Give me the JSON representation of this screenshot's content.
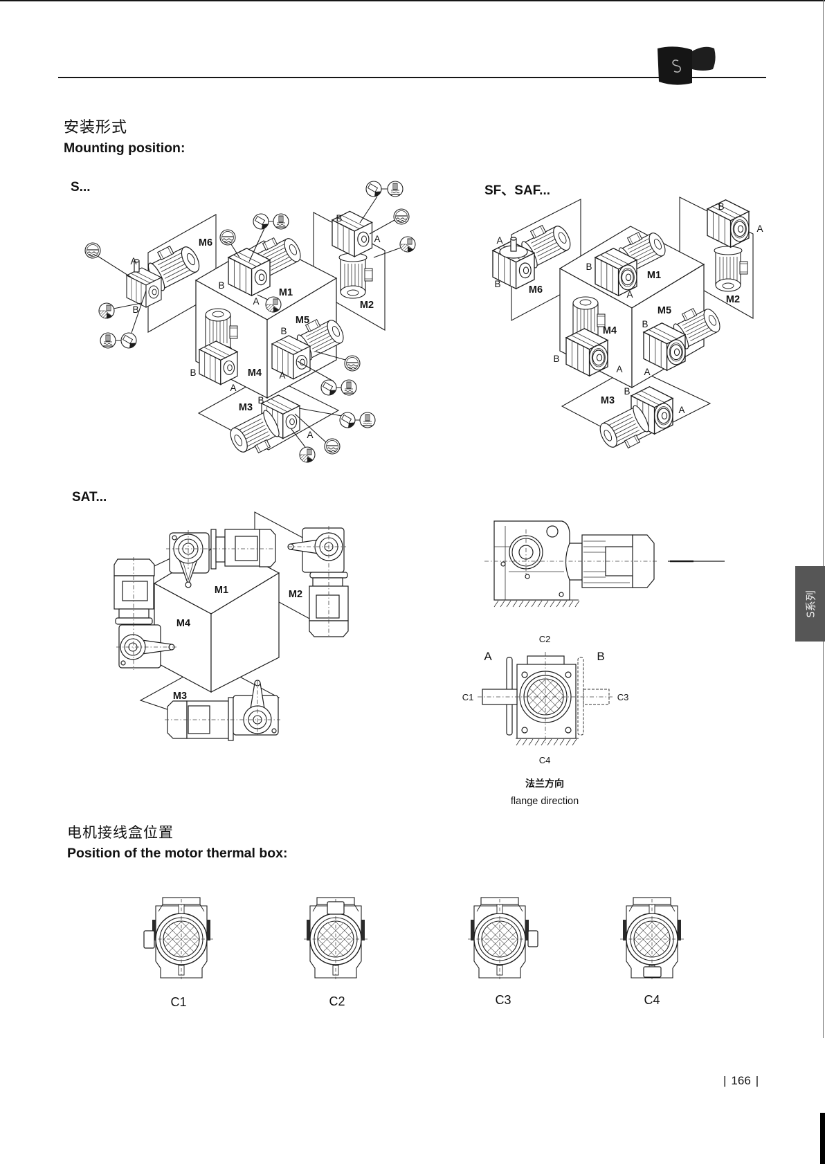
{
  "header": {
    "logo_icon": "gearmotor-logo-icon"
  },
  "mounting_position": {
    "title_cn": "安装形式",
    "title_en": "Mounting position:",
    "s_series": {
      "title": "S...",
      "m1": "M1",
      "m2": "M2",
      "m3": "M3",
      "m4": "M4",
      "m5": "M5",
      "m6": "M6",
      "side_a": "A",
      "side_b": "B",
      "icons": [
        "oil-level-icon",
        "breather-icon",
        "drain-plug-icon",
        "vent-plug-icon"
      ]
    },
    "sf_saf_series": {
      "title": "SF、SAF...",
      "m1": "M1",
      "m2": "M2",
      "m3": "M3",
      "m4": "M4",
      "m5": "M5",
      "m6": "M6",
      "side_a": "A",
      "side_b": "B"
    },
    "sat_series": {
      "title": "SAT...",
      "m1": "M1",
      "m2": "M2",
      "m3": "M3",
      "m4": "M4"
    },
    "flange_direction": {
      "c1": "C1",
      "c2": "C2",
      "c3": "C3",
      "c4": "C4",
      "side_a": "A",
      "side_b": "B",
      "caption_cn": "法兰方向",
      "caption_en": "flange direction"
    }
  },
  "thermal_box": {
    "title_cn": "电机接线盒位置",
    "title_en": "Position of the motor thermal box:",
    "positions": [
      {
        "label": "C1",
        "box_side": "left"
      },
      {
        "label": "C2",
        "box_side": "top"
      },
      {
        "label": "C3",
        "box_side": "right"
      },
      {
        "label": "C4",
        "box_side": "bottom"
      }
    ]
  },
  "side_tab": {
    "label": "S系列"
  },
  "page_number": "166"
}
